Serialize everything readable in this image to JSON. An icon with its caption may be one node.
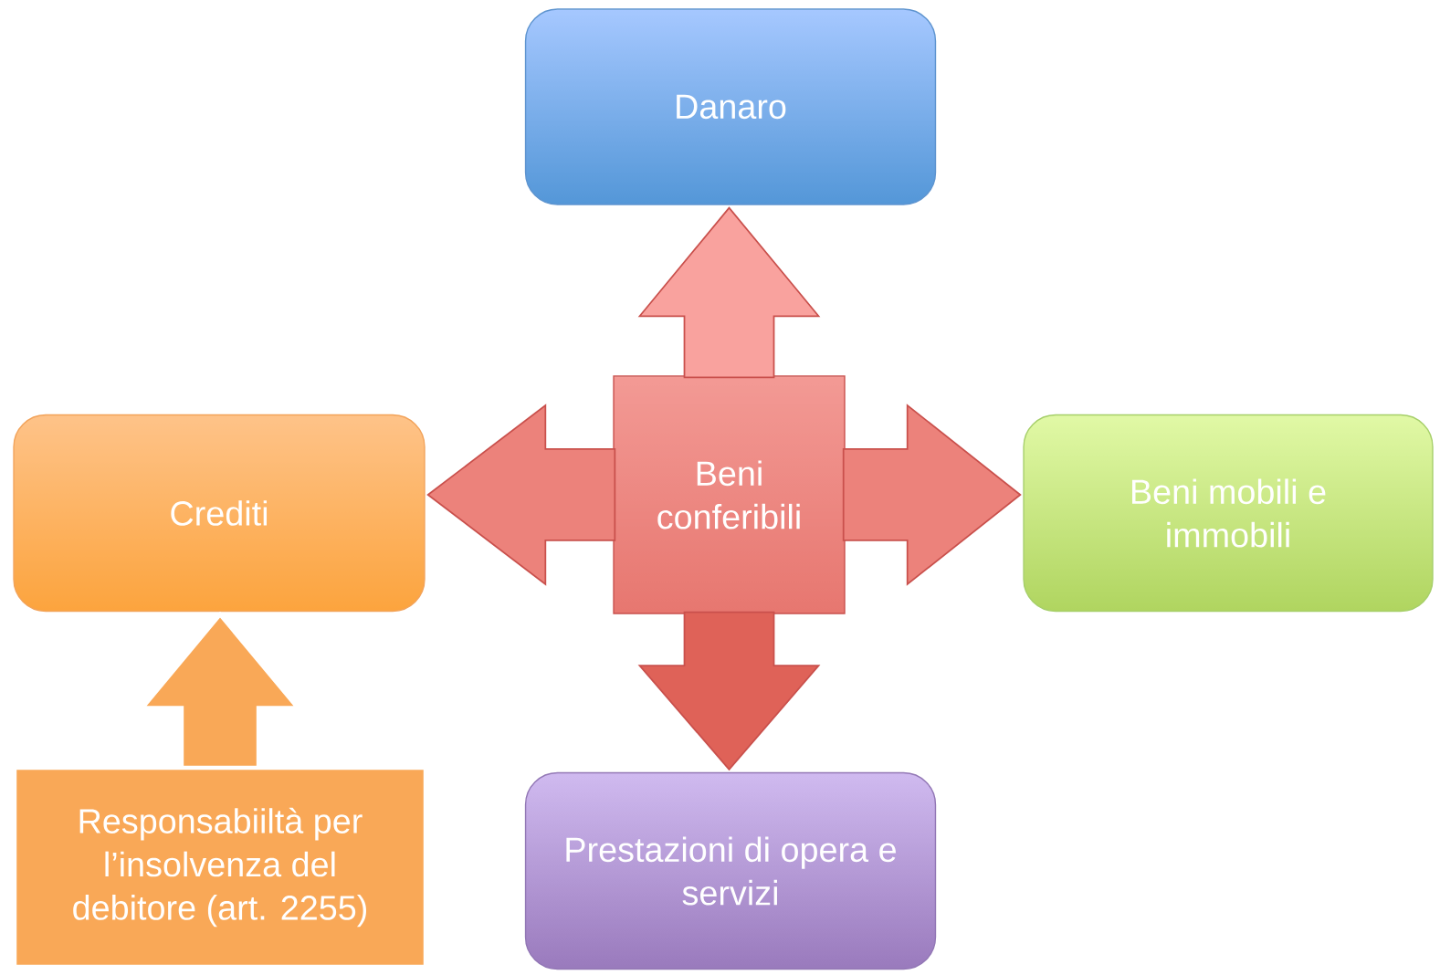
{
  "diagram": {
    "nodes": [
      {
        "text": [
          "Danaro"
        ]
      },
      {
        "text": [
          "Crediti"
        ]
      },
      {
        "text": [
          "Beni conferibili"
        ]
      },
      {
        "text": [
          "Beni mobili e immobili"
        ]
      },
      {
        "text": [
          "Responsabiiltà per l’insolvenza del debitore (art. 2255)"
        ]
      },
      {
        "text": [
          "Prestazioni di opera e servizi"
        ]
      }
    ],
    "edges": [
      {
        "from": 2,
        "to": 0,
        "arrow": "to"
      },
      {
        "from": 2,
        "to": 1,
        "arrow": "to"
      },
      {
        "from": 2,
        "to": 3,
        "arrow": "to"
      },
      {
        "from": 2,
        "to": 5,
        "arrow": "to"
      },
      {
        "from": 4,
        "to": 1,
        "arrow": "to"
      }
    ]
  }
}
